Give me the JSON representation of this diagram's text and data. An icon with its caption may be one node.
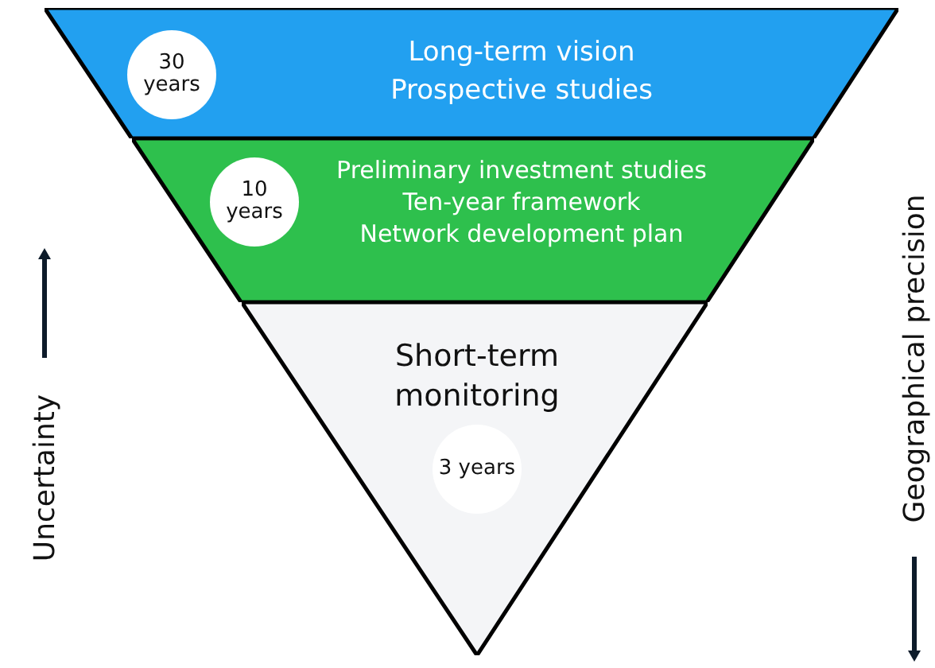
{
  "diagram": {
    "nodes": [
      {
        "text": [
          "Long-term vision",
          "Prospective studies"
        ]
      },
      {
        "text": [
          "30 years"
        ],
        "in": 0
      },
      {
        "text": [
          "Preliminary investment studies",
          "Ten-year framework",
          "Network development plan"
        ]
      },
      {
        "text": [
          "10 years"
        ],
        "in": 2
      },
      {
        "text": [
          "Short-term monitoring"
        ]
      },
      {
        "text": [
          "3 years"
        ],
        "in": 4
      }
    ],
    "labels": [
      "Uncertainty",
      "Geographical precision"
    ]
  }
}
